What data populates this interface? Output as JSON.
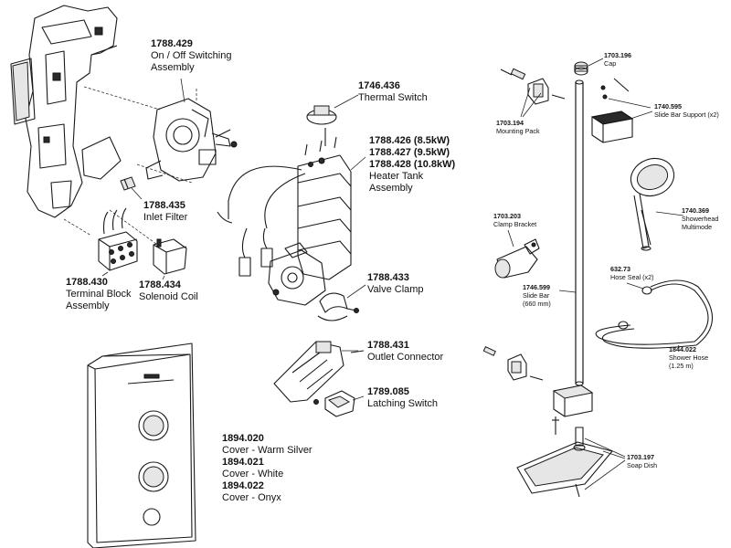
{
  "labels": {
    "onoff": {
      "code": "1788.429",
      "lines": [
        "On / Off Switching",
        "Assembly"
      ]
    },
    "thermal": {
      "code": "1746.436",
      "lines": [
        "Thermal Switch"
      ]
    },
    "heater": {
      "codes": [
        "1788.426 (8.5kW)",
        "1788.427 (9.5kW)",
        "1788.428 (10.8kW)"
      ],
      "lines": [
        "Heater Tank",
        "Assembly"
      ]
    },
    "inlet": {
      "code": "1788.435",
      "lines": [
        "Inlet Filter"
      ]
    },
    "terminal": {
      "code": "1788.430",
      "lines": [
        "Terminal Block",
        "Assembly"
      ]
    },
    "solenoid": {
      "code": "1788.434",
      "lines": [
        "Solenoid Coil"
      ]
    },
    "valve": {
      "code": "1788.433",
      "lines": [
        "Valve Clamp"
      ]
    },
    "outlet": {
      "code": "1788.431",
      "lines": [
        "Outlet Connector"
      ]
    },
    "latching": {
      "code": "1789.085",
      "lines": [
        "Latching Switch"
      ]
    },
    "cover": {
      "items": [
        {
          "code": "1894.020",
          "text": "Cover - Warm Silver"
        },
        {
          "code": "1894.021",
          "text": "Cover - White"
        },
        {
          "code": "1894.022",
          "text": "Cover - Onyx"
        }
      ]
    },
    "cap": {
      "code": "1703.196",
      "lines": [
        "Cap"
      ]
    },
    "mounting": {
      "code": "1703.194",
      "lines": [
        "Mounting Pack"
      ]
    },
    "slidesupport": {
      "code": "1740.595",
      "lines": [
        "Slide Bar Support (x2)"
      ]
    },
    "clamp": {
      "code": "1703.203",
      "lines": [
        "Clamp Bracket"
      ]
    },
    "showerhead": {
      "code": "1740.369",
      "lines": [
        "Showerhead",
        "Multimode"
      ]
    },
    "hoseseal": {
      "code": "632.73",
      "lines": [
        "Hose Seal (x2)"
      ]
    },
    "slidebar": {
      "code": "1746.599",
      "lines": [
        "Slide Bar",
        "(660 mm)"
      ]
    },
    "hose": {
      "code": "1844.022",
      "lines": [
        "Shower Hose",
        "(1.25 m)"
      ]
    },
    "soap": {
      "code": "1703.197",
      "lines": [
        "Soap Dish"
      ]
    }
  }
}
